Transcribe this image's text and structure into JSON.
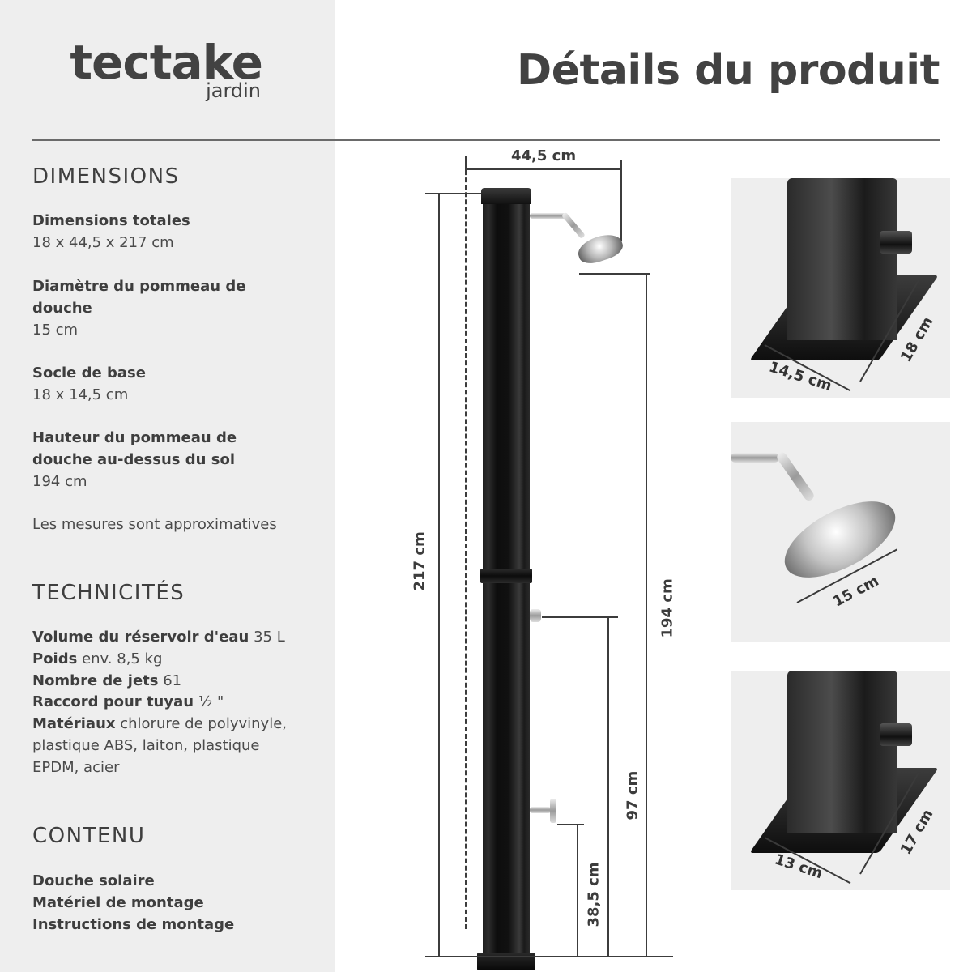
{
  "brand": {
    "name": "tectake",
    "sub": "jardin"
  },
  "header": {
    "title": "Détails du produit"
  },
  "dimensions": {
    "heading": "DIMENSIONS",
    "items": [
      {
        "label": "Dimensions totales",
        "value": "18 x 44,5 x 217 cm"
      },
      {
        "label_line1": "Diamètre du pommeau de",
        "label_line2": "douche",
        "value": "15 cm"
      },
      {
        "label": "Socle de base",
        "value": "18 x 14,5 cm"
      },
      {
        "label_line1": "Hauteur du pommeau de",
        "label_line2": "douche au-dessus du sol",
        "value": "194 cm"
      }
    ],
    "note": "Les mesures sont approximatives"
  },
  "technical": {
    "heading": "TECHNICITÉS",
    "items": [
      {
        "label": "Volume du réservoir d'eau",
        "value": "35 L"
      },
      {
        "label": "Poids",
        "value": "env. 8,5 kg"
      },
      {
        "label": "Nombre de jets",
        "value": "61"
      },
      {
        "label": "Raccord pour tuyau",
        "value": "½ \""
      },
      {
        "label": "Matériaux",
        "value": "chlorure de polyvinyle,",
        "value_line2": "plastique ABS, laiton, plastique",
        "value_line3": "EPDM, acier"
      }
    ]
  },
  "contents": {
    "heading": "CONTENU",
    "items": [
      "Douche solaire",
      "Matériel de montage",
      "Instructions de montage"
    ]
  },
  "diagram": {
    "width_label": "44,5 cm",
    "total_height_label": "217 cm",
    "shower_height_label": "194 cm",
    "tap_upper_label": "97 cm",
    "tap_lower_label": "38,5 cm"
  },
  "thumbnails": [
    {
      "name": "base-plate-outer",
      "width_label": "14,5 cm",
      "depth_label": "18 cm"
    },
    {
      "name": "shower-head",
      "diameter_label": "15 cm"
    },
    {
      "name": "base-plate-inner",
      "width_label": "13 cm",
      "depth_label": "17 cm"
    }
  ],
  "colors": {
    "panel_bg": "#eeeeee",
    "text": "#3e3e3e",
    "rule": "#6a6a6a"
  }
}
